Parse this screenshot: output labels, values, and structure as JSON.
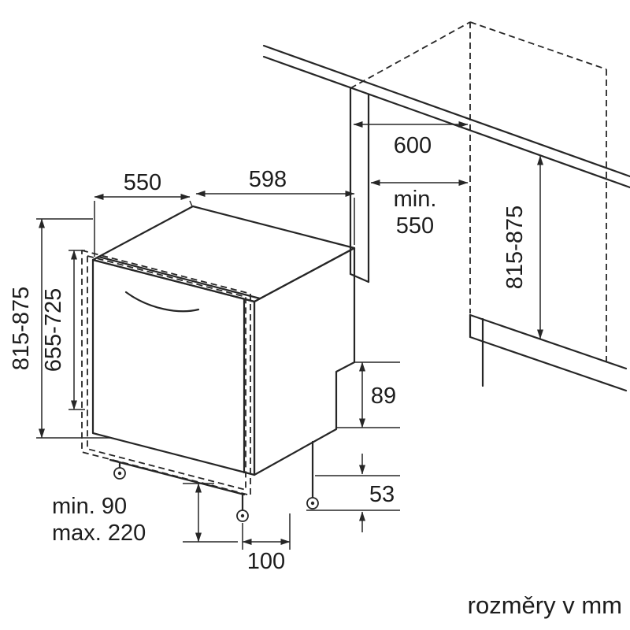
{
  "diagram": {
    "dims": {
      "depth_top": "550",
      "width_top": "598",
      "niche_width": "600",
      "niche_depth_prefix": "min.",
      "niche_depth": "550",
      "height_left": "815-875",
      "door_height": "655-725",
      "niche_height": "815-875",
      "base_height": "89",
      "foot_adjust": "53",
      "toe_kick_depth": "100",
      "plinth_min": "min. 90",
      "plinth_max": "max. 220"
    },
    "note": "rozměry v mm"
  }
}
